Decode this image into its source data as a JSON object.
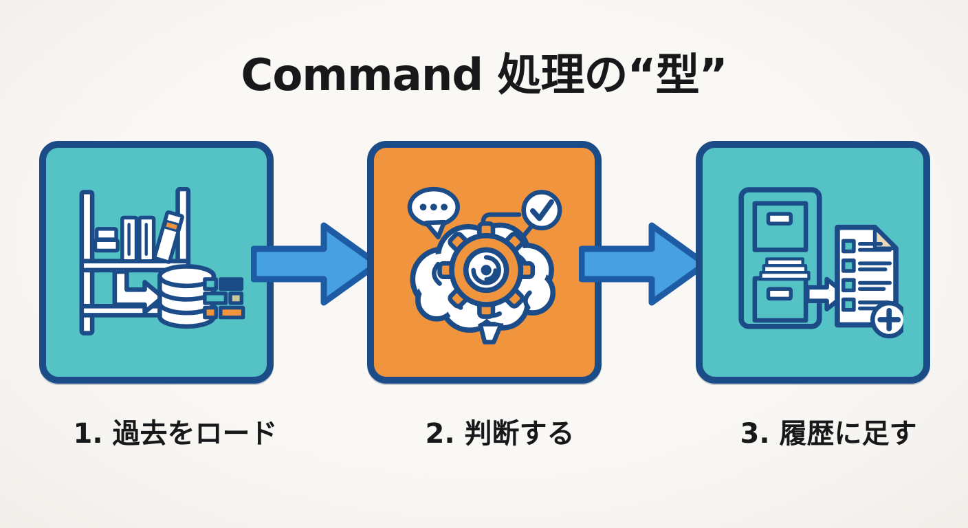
{
  "title": "Command 処理の“型”",
  "steps": [
    {
      "label": "1. 過去をロード",
      "icon": "bookshelf-database-icon",
      "variant": "teal"
    },
    {
      "label": "2. 判断する",
      "icon": "brain-gear-icon",
      "variant": "orange"
    },
    {
      "label": "3. 履歴に足す",
      "icon": "cabinet-document-icon",
      "variant": "teal"
    }
  ],
  "colors": {
    "background": "#f8f6f2",
    "teal": "#55c2c5",
    "orange": "#f0953e",
    "navy": "#1c4c87",
    "arrow_fill": "#47a0e0",
    "arrow_stroke": "#1d5ba5",
    "text": "#17181a",
    "khaki": "#c9c59c",
    "white": "#ffffff",
    "fold": "#ead9b8"
  }
}
